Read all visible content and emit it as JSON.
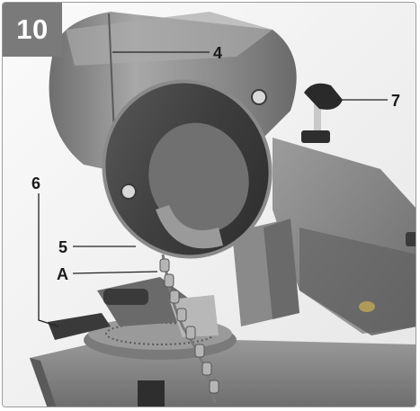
{
  "figure_number": "10",
  "callouts": {
    "c4": "4",
    "c7": "7",
    "c6": "6",
    "c5": "5",
    "cA": "A"
  },
  "colors": {
    "badge": "#7a7a7a",
    "machine_body": "#8c8c8c",
    "machine_dark": "#4a4a4a",
    "background": "#f2f2f2"
  }
}
